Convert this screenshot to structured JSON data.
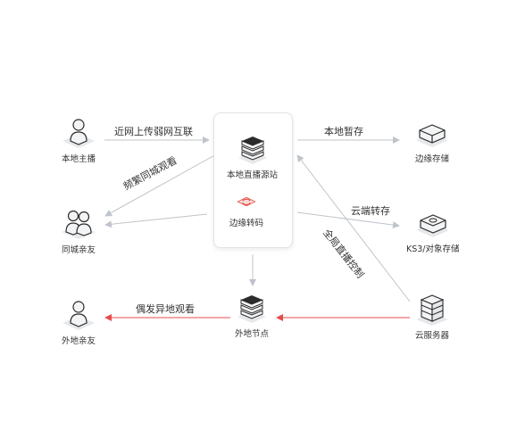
{
  "nodes": {
    "local_anchor": "本地主播",
    "same_city_friends": "同城亲友",
    "remote_friends": "外地亲友",
    "origin_station": "本地直播源站",
    "edge_transcode": "边缘转码",
    "edge_storage": "边缘存储",
    "ks3_storage": "KS3/对象存储",
    "remote_node": "外地节点",
    "cloud_server": "云服务器"
  },
  "edges": {
    "near_network": "近网上传弱网互联",
    "frequent_watch": "频繁同城观看",
    "local_temp": "本地暂存",
    "cloud_transfer": "云端转存",
    "global_control": "全局直播控制",
    "occasional_watch": "偶发异地观看"
  },
  "colors": {
    "line_gray": "#bfc4ca",
    "line_red": "#e74c4c",
    "icon_dark": "#2b2b2b",
    "icon_light": "#f1f2f4",
    "transcode_red": "#e0463a"
  },
  "icons": {
    "local_anchor": "person-icon",
    "same_city_friends": "two-persons-icon",
    "remote_friends": "person-icon",
    "origin_station": "server-stack-icon",
    "edge_transcode": "transcode-icon",
    "edge_storage": "storage-box-icon",
    "ks3_storage": "storage-disk-icon",
    "remote_node": "server-stack-icon",
    "cloud_server": "server-tower-icon"
  }
}
